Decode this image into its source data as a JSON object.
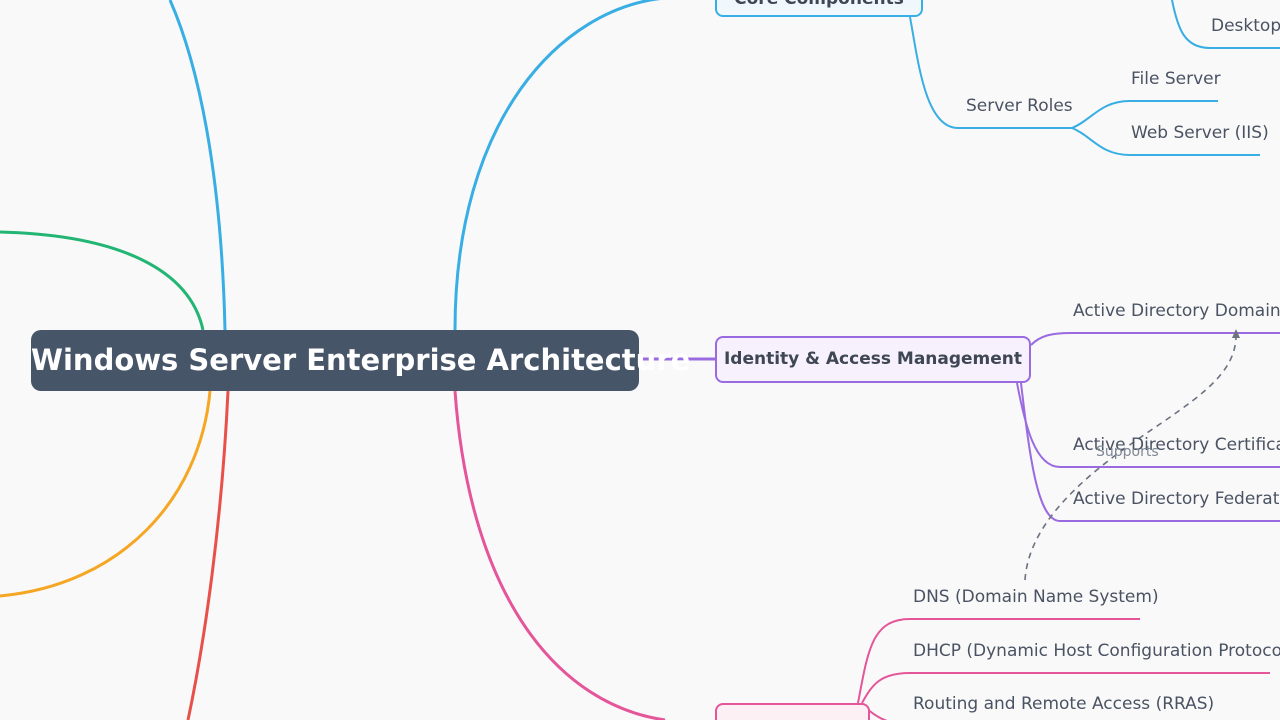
{
  "mindmap": {
    "root": "Windows Server Enterprise Architecture",
    "branches": {
      "core": {
        "label": "Core Components",
        "leaves": {
          "desktop": "Desktop",
          "server_roles": "Server Roles",
          "file_server": "File Server",
          "web_server": "Web Server (IIS)"
        }
      },
      "identity": {
        "label": "Identity & Access Management",
        "leaves": {
          "ad_ds": "Active Directory Domain Se",
          "ad_cs": "Active Directory Certificate",
          "ad_fs": "Active Directory Federation"
        }
      },
      "network": {
        "label": "",
        "leaves": {
          "dns": "DNS (Domain Name System)",
          "dhcp": "DHCP (Dynamic Host Configuration Protocol)",
          "rras": "Routing and Remote Access (RRAS)"
        }
      }
    },
    "relation": {
      "label": "Supports"
    }
  },
  "colors": {
    "background": "#f9f9f9",
    "root": "#475569",
    "core_branch": "#38aee4",
    "identity_branch": "#9a6ae0",
    "network_branch": "#e4559a",
    "left_green": "#22b573",
    "left_orange": "#f5a623",
    "left_red": "#e8514a",
    "relation_line": "#6b7280"
  }
}
